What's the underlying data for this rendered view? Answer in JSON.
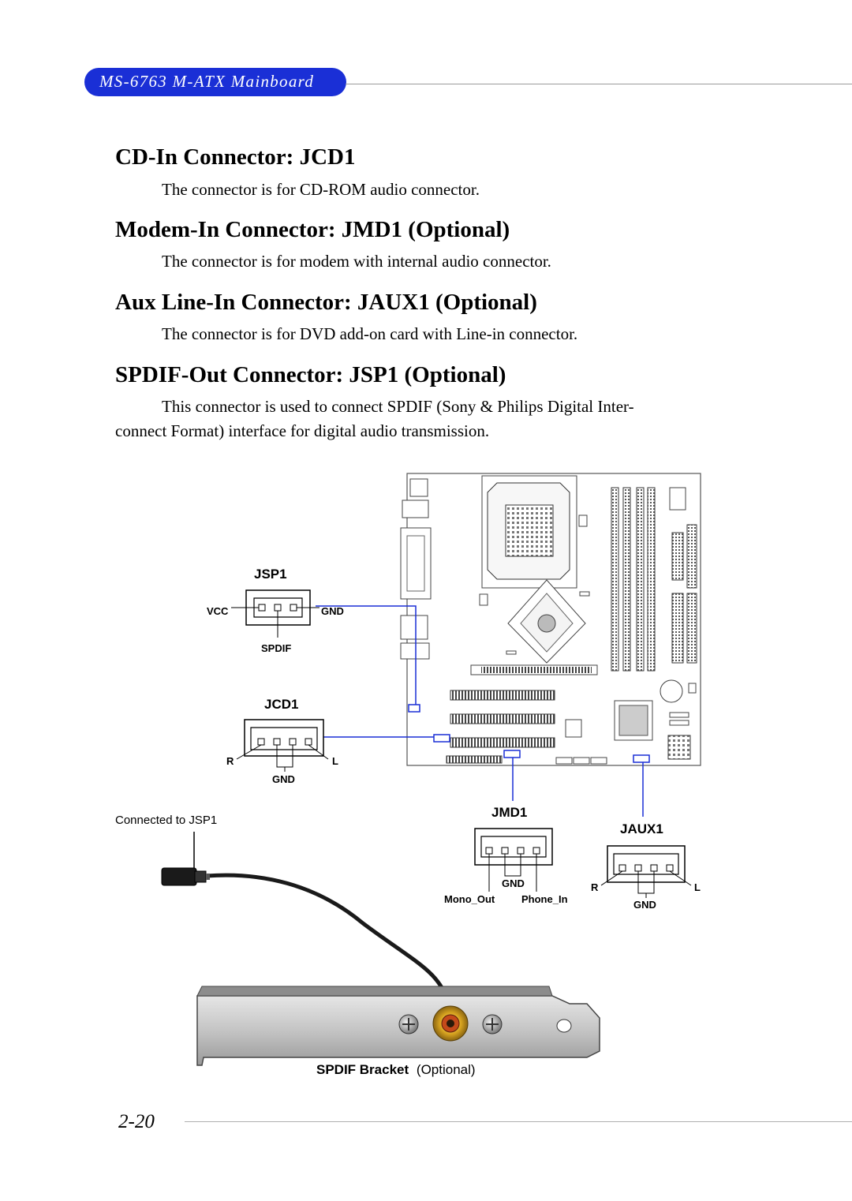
{
  "header": {
    "title": "MS-6763 M-ATX Mainboard"
  },
  "sections": [
    {
      "heading": "CD-In Connector: JCD1",
      "body": "The connector is for CD-ROM audio connector."
    },
    {
      "heading": "Modem-In Connector: JMD1 (Optional)",
      "body": "The connector is for modem with internal audio connector."
    },
    {
      "heading": "Aux Line-In Connector: JAUX1 (Optional)",
      "body": "The connector is for DVD add-on card with Line-in connector."
    },
    {
      "heading": "SPDIF-Out Connector: JSP1 (Optional)",
      "body_line1": "This connector is used to connect SPDIF (Sony & Philips Digital Inter-",
      "body_line2": "connect Format) interface for digital audio transmission."
    }
  ],
  "diagram": {
    "jsp1": {
      "title": "JSP1",
      "vcc": "VCC",
      "gnd": "GND",
      "spdif": "SPDIF"
    },
    "jcd1": {
      "title": "JCD1",
      "r": "R",
      "l": "L",
      "gnd": "GND"
    },
    "jmd1": {
      "title": "JMD1",
      "gnd": "GND",
      "mono_out": "Mono_Out",
      "phone_in": "Phone_In"
    },
    "jaux1": {
      "title": "JAUX1",
      "r": "R",
      "l": "L",
      "gnd": "GND"
    },
    "cable_label": "Connected to JSP1",
    "bracket_label_bold": "SPDIF Bracket",
    "bracket_label_normal": "(Optional)",
    "accent_color": "#1a2fd6"
  },
  "footer": {
    "page_number": "2-20"
  }
}
